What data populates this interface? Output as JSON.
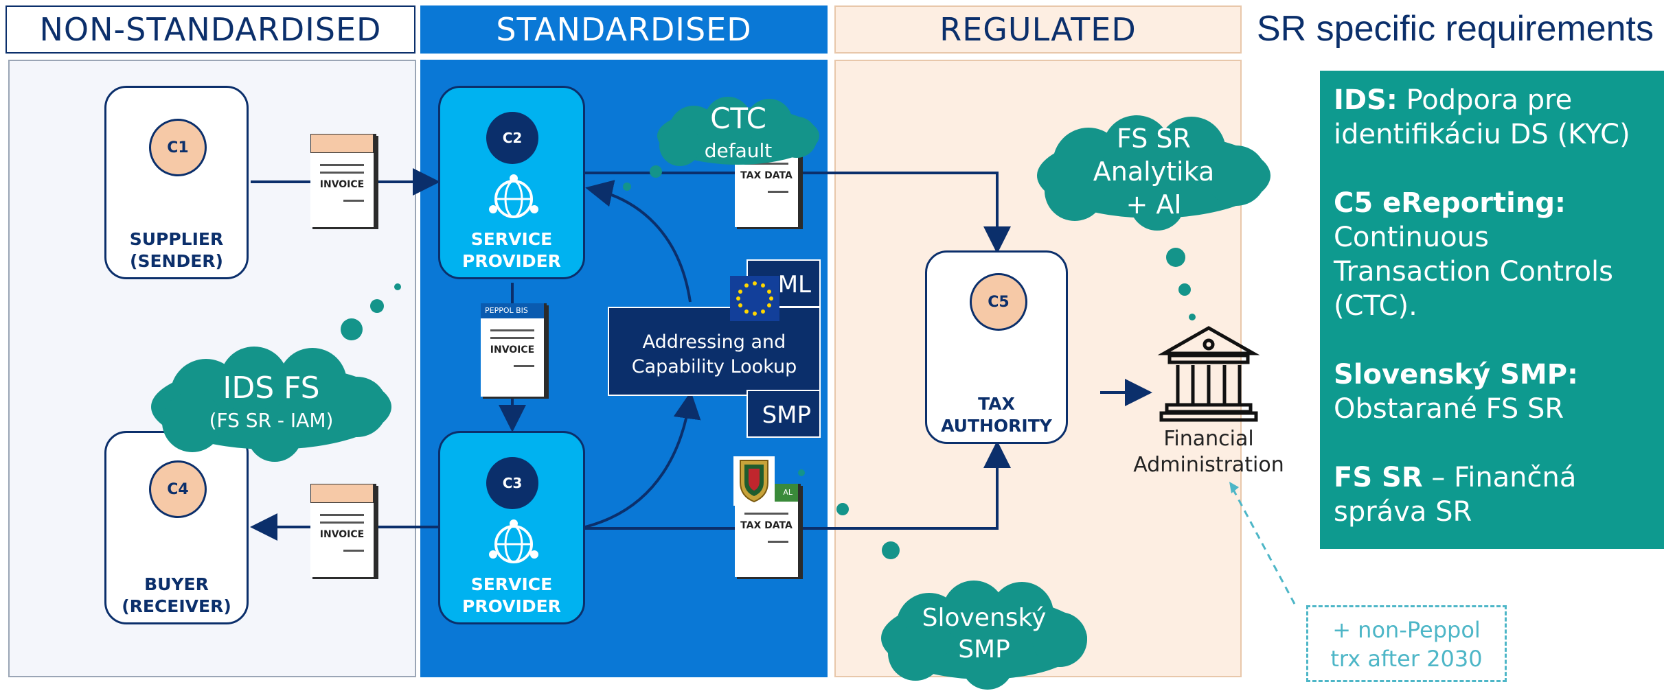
{
  "columns": {
    "non_standardised": "NON-STANDARDISED",
    "standardised": "STANDARDISED",
    "regulated": "REGULATED"
  },
  "sr_title": "SR specific requirements",
  "nodes": {
    "c1": {
      "code": "C1",
      "label1": "SUPPLIER",
      "label2": "(SENDER)"
    },
    "c2": {
      "code": "C2",
      "label1": "SERVICE",
      "label2": "PROVIDER"
    },
    "c3": {
      "code": "C3",
      "label1": "SERVICE",
      "label2": "PROVIDER"
    },
    "c4": {
      "code": "C4",
      "label1": "BUYER",
      "label2": "(RECEIVER)"
    },
    "c5": {
      "code": "C5",
      "label1": "TAX",
      "label2": "AUTHORITY"
    }
  },
  "documents": {
    "invoice_top": "INVOICE",
    "invoice_peppol_tag": "PEPPOL BIS",
    "invoice_mid": "INVOICE",
    "invoice_bottom": "INVOICE",
    "tax_data_top": "TAX DATA",
    "tax_data_bottom": "TAX DATA",
    "tax_data_bottom_tag": "AL"
  },
  "lookup": {
    "title_line1": "Addressing and",
    "title_line2": "Capability Lookup",
    "sml": "ML",
    "smp": "SMP"
  },
  "clouds": {
    "ctc_line1": "CTC",
    "ctc_line2": "default",
    "fs_line1": "FS SR",
    "fs_line2": "Analytika",
    "fs_line3": "+ AI",
    "ids_line1": "IDS FS",
    "ids_line2": "(FS SR - IAM)",
    "smp_line1": "Slovenský",
    "smp_line2": "SMP"
  },
  "financial_admin": {
    "line1": "Financial",
    "line2": "Administration"
  },
  "requirements": [
    {
      "bold": "IDS:",
      "text": " Podpora pre identifikáciu DS (KYC)"
    },
    {
      "bold": "C5 eReporting:",
      "text": " Continuous Transaction Controls (CTC)."
    },
    {
      "bold": "Slovenský SMP:",
      "text": " Obstarané FS SR"
    },
    {
      "bold": "FS SR",
      "text": " – Finančná správa SR"
    }
  ],
  "note": {
    "line1": "+ non-Peppol",
    "line2": "trx after 2030"
  },
  "colors": {
    "navy": "#0b2f6b",
    "blue": "#0a78d6",
    "cyan": "#00b2f0",
    "peach": "#fdeee2",
    "teal": "#0e9a8f",
    "cloud_teal": "#14948a",
    "code_circle": "#f6c9a7"
  },
  "icons": [
    "network-globe-icon",
    "eu-flag-icon",
    "bank-building-icon",
    "slovak-emblem-icon"
  ]
}
